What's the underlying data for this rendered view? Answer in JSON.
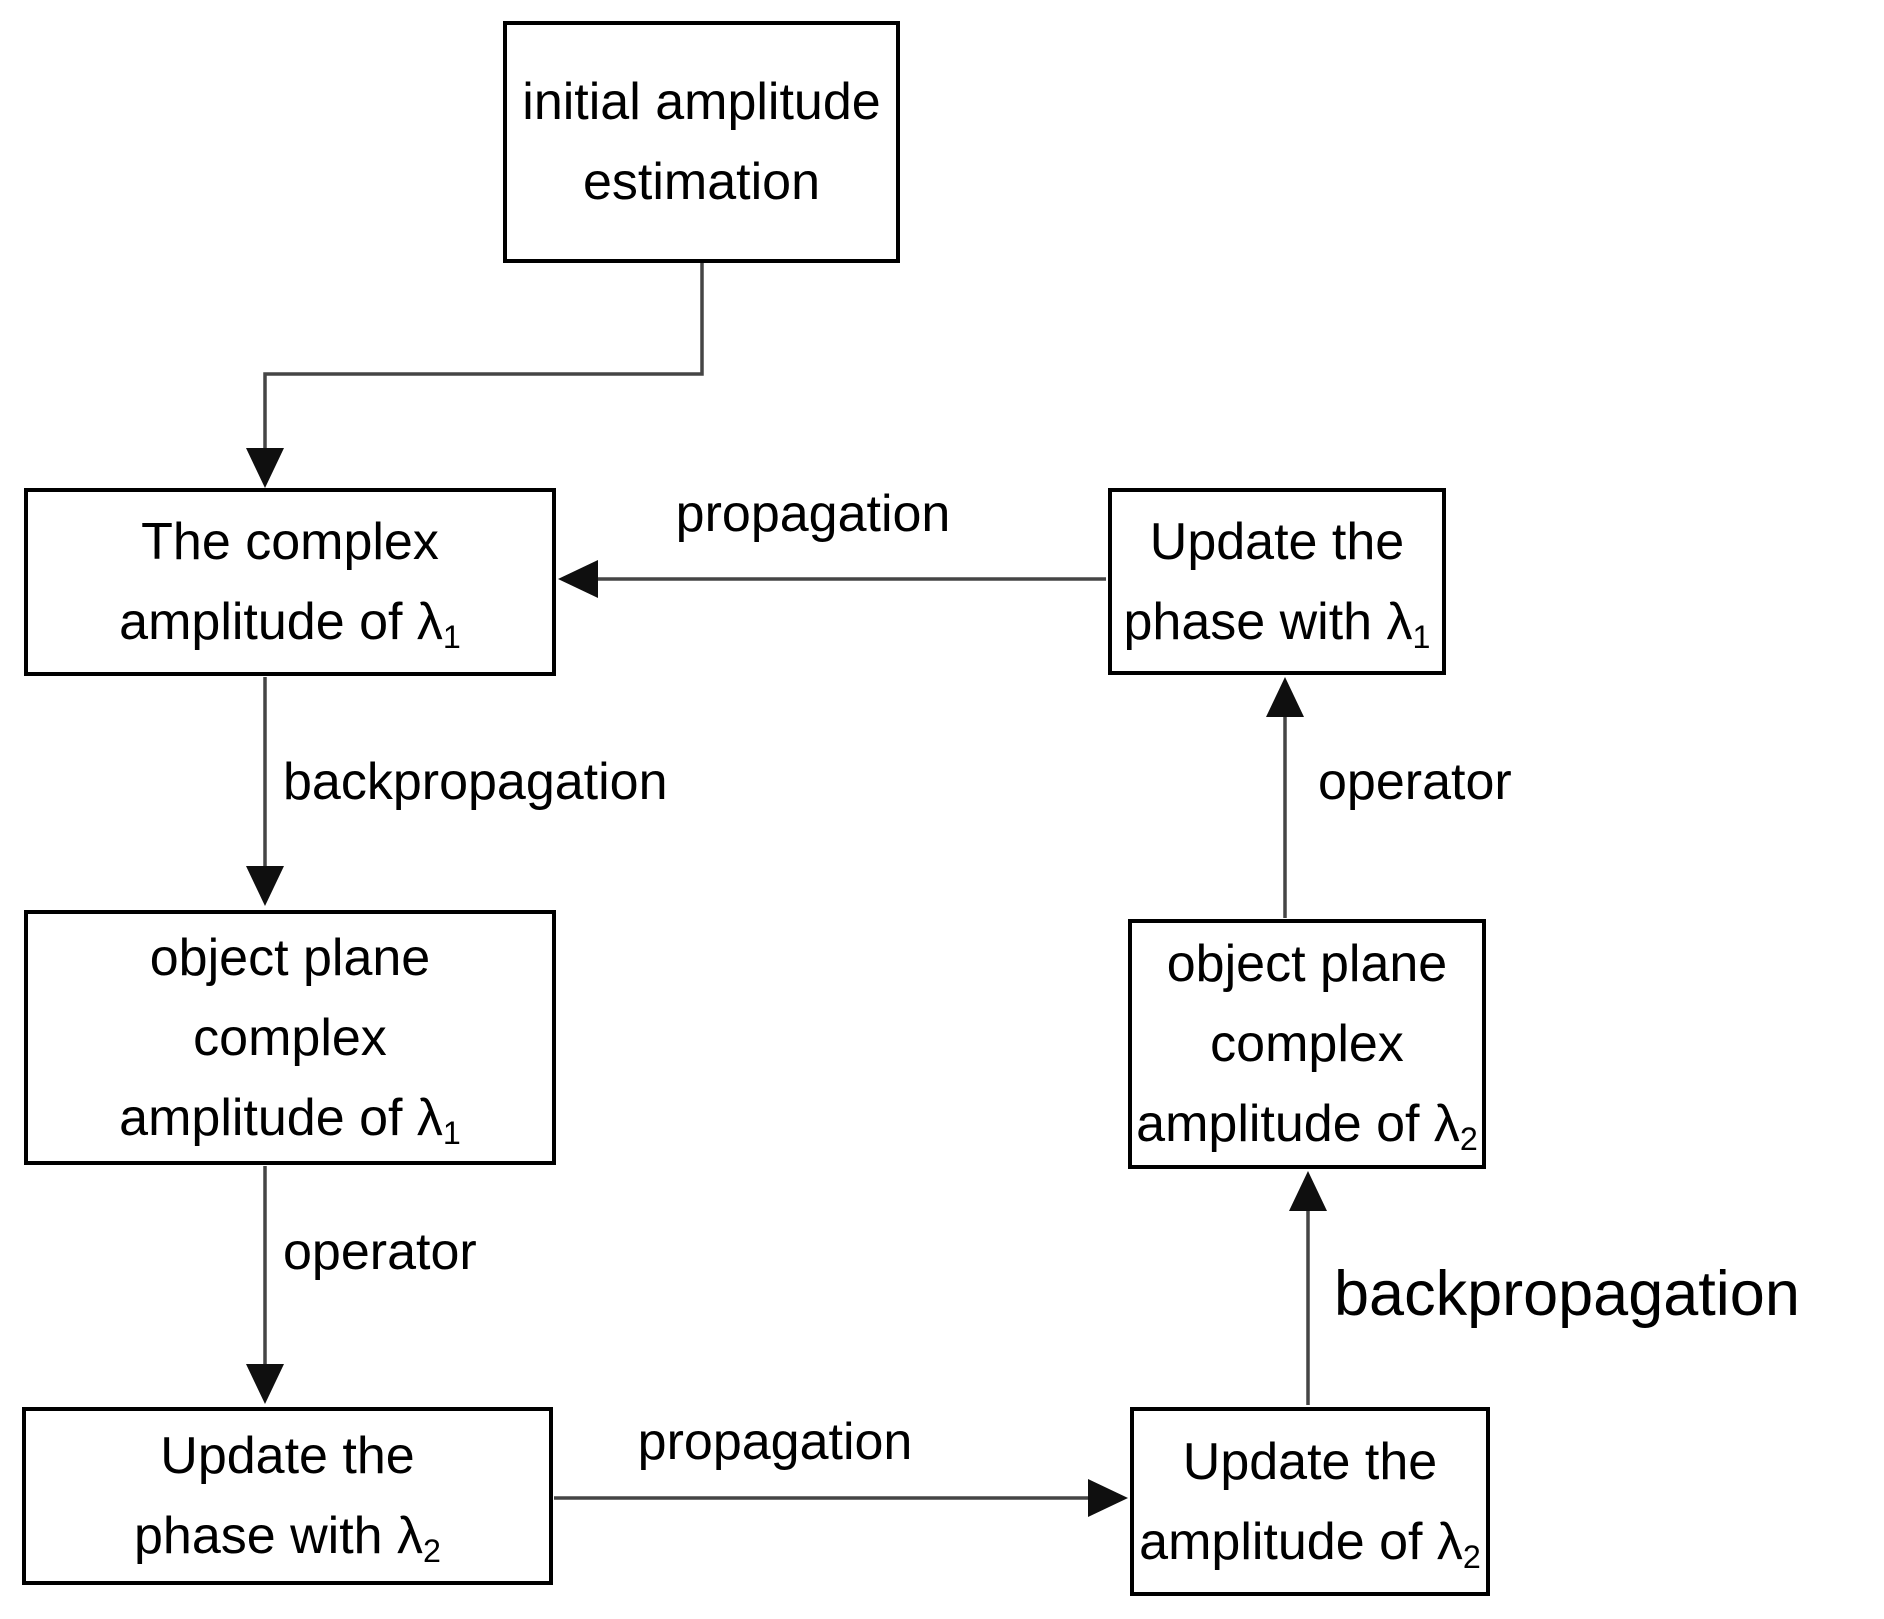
{
  "diagram": {
    "title": "two-wavelength phase retrieval iteration loop",
    "background_color": "#ffffff",
    "box_border_color": "#000000",
    "line_color": "#454545",
    "text_color": "#000000",
    "boxes": {
      "initial": {
        "lines": [
          "initial amplitude",
          "estimation"
        ]
      },
      "complex_amp_l1": {
        "lines": [
          "The complex",
          "amplitude of λ"
        ],
        "sub": "1"
      },
      "update_phase_l1": {
        "lines": [
          "Update the",
          "phase with λ"
        ],
        "sub": "1"
      },
      "object_plane_l1": {
        "lines": [
          "object plane",
          "complex",
          "amplitude of λ"
        ],
        "sub": "1"
      },
      "object_plane_l2": {
        "lines": [
          "object plane",
          "complex",
          "amplitude of λ"
        ],
        "sub": "2"
      },
      "update_phase_l2": {
        "lines": [
          "Update the",
          "phase with λ"
        ],
        "sub": "2"
      },
      "update_amp_l2": {
        "lines": [
          "Update the",
          "amplitude of λ"
        ],
        "sub": "2"
      }
    },
    "edge_labels": {
      "propagation_top": "propagation",
      "backpropagation_left": "backpropagation",
      "operator_left": "operator",
      "propagation_bottom": "propagation",
      "backpropagation_right": "backpropagation",
      "operator_right": "operator"
    }
  }
}
